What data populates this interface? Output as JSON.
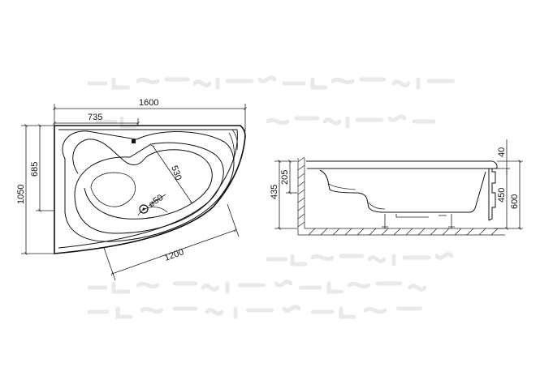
{
  "plan_view": {
    "dimensions": {
      "overall_width": "1600",
      "back_width": "735",
      "overall_depth": "1050",
      "side_depth": "685",
      "basin_depth": "530",
      "drain_diameter": "⌀50",
      "diagonal_length": "1200"
    }
  },
  "side_view": {
    "dimensions": {
      "inner_depth": "435",
      "seat_height": "205",
      "rim_thickness": "40",
      "apron_to_rim": "450",
      "total_height": "600"
    }
  },
  "colors": {
    "line": "#111111",
    "watermark": "#e9e9e9",
    "background": "#ffffff"
  }
}
